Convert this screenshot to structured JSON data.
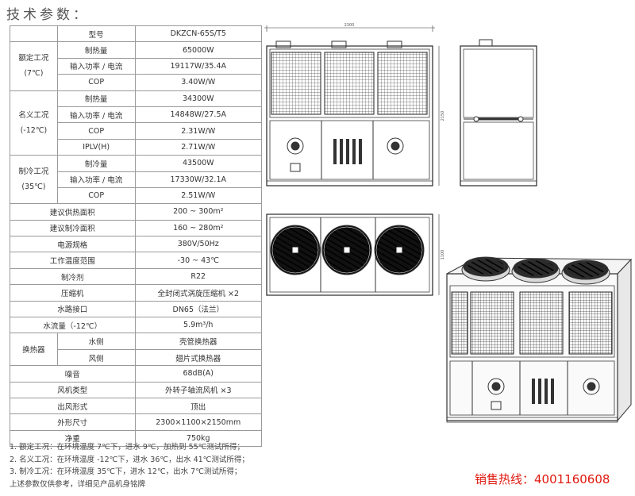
{
  "title": "技术参数：",
  "table": {
    "model_label": "型号",
    "model_value": "DKZCN-65S/T5",
    "groups": [
      {
        "name": "额定工况",
        "cond": "(7℃)",
        "rows": [
          {
            "label": "制热量",
            "value": "65000W"
          },
          {
            "label": "输入功率 / 电流",
            "value": "19117W/35.4A"
          },
          {
            "label": "COP",
            "value": "3.40W/W"
          }
        ]
      },
      {
        "name": "名义工况",
        "cond": "(-12℃)",
        "rows": [
          {
            "label": "制热量",
            "value": "34300W"
          },
          {
            "label": "输入功率 / 电流",
            "value": "14848W/27.5A"
          },
          {
            "label": "COP",
            "value": "2.31W/W"
          },
          {
            "label": "IPLV(H)",
            "value": "2.71W/W"
          }
        ]
      },
      {
        "name": "制冷工况",
        "cond": "(35℃)",
        "rows": [
          {
            "label": "制冷量",
            "value": "43500W"
          },
          {
            "label": "输入功率 / 电流",
            "value": "17330W/32.1A"
          },
          {
            "label": "COP",
            "value": "2.51W/W"
          }
        ]
      }
    ],
    "simple_top": [
      {
        "label": "建议供热面积",
        "value": "200 ~ 300m²"
      },
      {
        "label": "建议制冷面积",
        "value": "160 ~ 280m²"
      },
      {
        "label": "电源规格",
        "value": "380V/50Hz"
      },
      {
        "label": "工作温度范围",
        "value": "-30 ~ 43℃"
      },
      {
        "label": "制冷剂",
        "value": "R22"
      },
      {
        "label": "压缩机",
        "value": "全封闭式涡旋压缩机 ×2"
      },
      {
        "label": "水路接口",
        "value": "DN65（法兰）"
      },
      {
        "label": "水流量（-12℃）",
        "value": "5.9m³/h"
      }
    ],
    "exchanger": {
      "name": "换热器",
      "rows": [
        {
          "label": "水侧",
          "value": "壳管换热器"
        },
        {
          "label": "风侧",
          "value": "翅片式换热器"
        }
      ]
    },
    "simple_bottom": [
      {
        "label": "噪音",
        "value": "68dB(A)"
      },
      {
        "label": "风机类型",
        "value": "外转子轴流风机 ×3"
      },
      {
        "label": "出风形式",
        "value": "顶出"
      },
      {
        "label": "外形尺寸",
        "value": "2300×1100×2150mm"
      },
      {
        "label": "净重",
        "value": "750kg"
      }
    ]
  },
  "notes": [
    "1. 额定工况：在环境温度 7℃下，进水 9℃，加热到 55℃测试所得；",
    "2. 名义工况：在环境温度 -12℃下，进水 36℃，出水 41℃测试所得；",
    "3. 制冷工况：在环境温度 35℃下，进水 12℃，出水 7℃测试所得；",
    "上述参数仅供参考，详细见产品机身铭牌"
  ],
  "hotline": "销售热线：4001160608",
  "drawings": {
    "dim_front_width": "2300",
    "dim_front_height": "2150",
    "dim_top_depth": "1100"
  }
}
